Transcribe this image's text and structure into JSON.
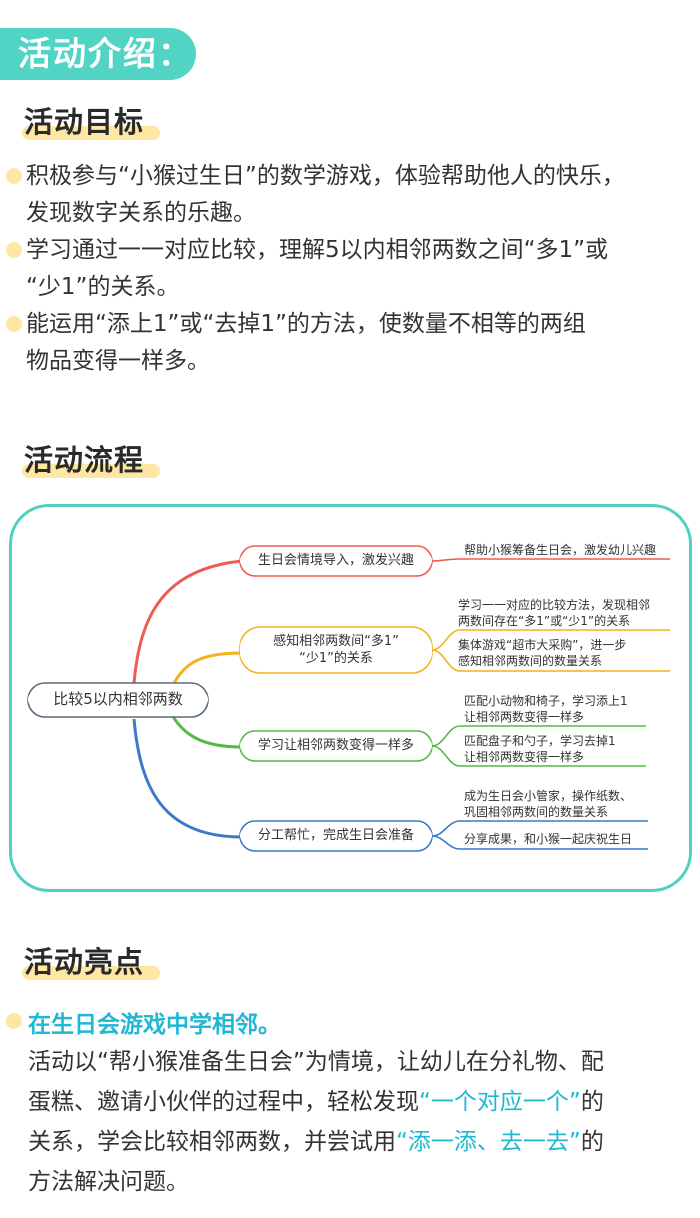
{
  "intro": {
    "label": "活动介绍："
  },
  "goals": {
    "heading": "活动目标",
    "items": [
      {
        "line1": "积极参与“小猴过生日”的数学游戏，体验帮助他人的快乐，",
        "line2": "发现数字关系的乐趣。"
      },
      {
        "line1": "学习通过一一对应比较，理解5以内相邻两数之间“多1”或",
        "line2": "“少1”的关系。"
      },
      {
        "line1": "能运用“添上1”或“去掉1”的方法，使数量不相等的两组",
        "line2": "物品变得一样多。"
      }
    ]
  },
  "flow": {
    "heading": "活动流程",
    "root": "比较5以内相邻两数",
    "branches": [
      {
        "label": "生日会情境导入，激发兴趣",
        "color": "#ef5b4f",
        "leaves": [
          {
            "line1": "帮助小猴筹备生日会，激发幼儿兴趣",
            "line2": ""
          }
        ]
      },
      {
        "label_line1": "感知相邻两数间“多1”",
        "label_line2": "“少1”的关系",
        "color": "#f6b21a",
        "leaves": [
          {
            "line1": "学习一一对应的比较方法，发现相邻",
            "line2": "两数间存在“多1”或“少1”的关系"
          },
          {
            "line1": "集体游戏“超市大采购”，进一步",
            "line2": "感知相邻两数间的数量关系"
          }
        ]
      },
      {
        "label": "学习让相邻两数变得一样多",
        "color": "#55b947",
        "leaves": [
          {
            "line1": "匹配小动物和椅子，学习添上1",
            "line2": "让相邻两数变得一样多"
          },
          {
            "line1": "匹配盘子和勺子，学习去掉1",
            "line2": "让相邻两数变得一样多"
          }
        ]
      },
      {
        "label": "分工帮忙，完成生日会准备",
        "color": "#3c79c8",
        "leaves": [
          {
            "line1": "成为生日会小管家，操作纸数、",
            "line2": "巩固相邻两数间的数量关系"
          },
          {
            "line1": "分享成果，和小猴一起庆祝生日",
            "line2": ""
          }
        ]
      }
    ]
  },
  "highlights": {
    "heading": "活动亮点",
    "title": "在生日会游戏中学相邻。",
    "body": {
      "p1": "活动以“帮小猴准备生日会”为情境，让幼儿在分礼物、配",
      "p2a": "蛋糕、邀请小伙伴的过程中，轻松发现",
      "p2b": "“一个对应一个”",
      "p2c": "的",
      "p3a": "关系，学会比较相邻两数，并尝试用",
      "p3b": "“添一添、去一去”",
      "p3c": "的",
      "p4": "方法解决问题。"
    }
  },
  "colors": {
    "teal": "#52d4c4",
    "highlight": "#fde7a3",
    "accent_text": "#1fb8d4"
  }
}
